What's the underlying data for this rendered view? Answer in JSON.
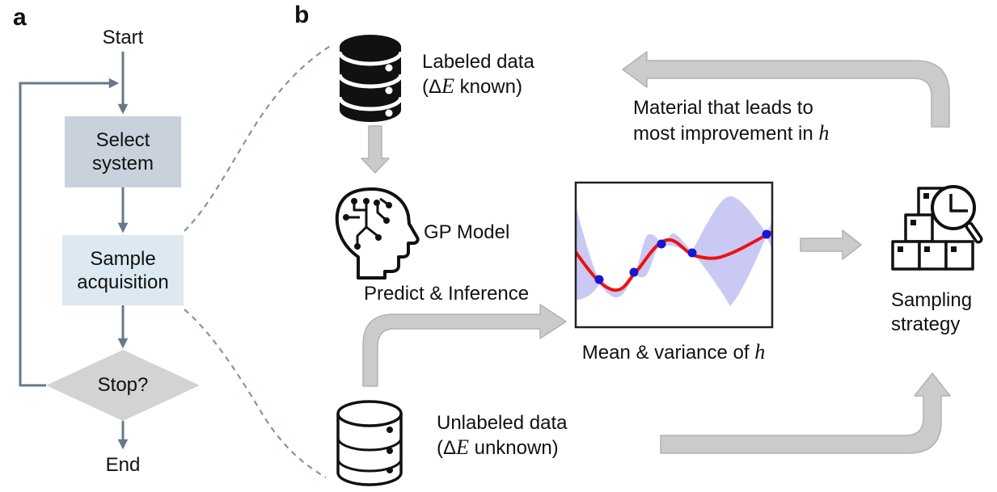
{
  "panels": {
    "a_label": "a",
    "b_label": "b"
  },
  "flowchart": {
    "start": "Start",
    "select_system": "Select system",
    "sample_acquisition": "Sample acquisition",
    "stop": "Stop?",
    "end": "End"
  },
  "loop": {
    "labeled_data_title": "Labeled data",
    "labeled_sub_open": "(Δ",
    "labeled_sub_symbol": "E",
    "labeled_sub_rest": " known)",
    "gp_model": "GP Model",
    "predict_inference": "Predict & Inference",
    "mean_variance_text": "Mean & variance of ",
    "mean_variance_symbol": "h",
    "material_line1": "Material that leads to",
    "material_line2_text": "most improvement in ",
    "material_line2_symbol": "h",
    "unlabeled_data_title": "Unlabeled data",
    "unlabeled_sub_open": "(Δ",
    "unlabeled_sub_symbol": "E",
    "unlabeled_sub_rest": " unknown)",
    "sampling_line1": "Sampling",
    "sampling_line2": "strategy"
  },
  "colors": {
    "flow_arrow": "#66798c",
    "select_box_fill": "#c9d2dc",
    "sample_box_fill": "#dce9f3",
    "diamond_fill": "#d3d3d3",
    "dashed_link": "#8494a7",
    "block_arrow_fill": "#cbcbcb",
    "block_arrow_border": "#b2b2b2",
    "gp_mean": "#ee1111",
    "variance_band": "#c9c9f3",
    "data_point": "#1717cf",
    "icon_black": "#111111",
    "plot_border": "#222222"
  },
  "inset_plot": {
    "type": "line",
    "description": "GP posterior: red mean curve with lavender variance band and 5 observed data points (blue)",
    "n_points": 5,
    "points_norm": [
      [
        0.12,
        0.68
      ],
      [
        0.3,
        0.62
      ],
      [
        0.44,
        0.42
      ],
      [
        0.59,
        0.48
      ],
      [
        0.97,
        0.36
      ]
    ],
    "mean_color": "#ee1111",
    "band_color": "#c9c9f3",
    "point_color": "#1717cf"
  }
}
